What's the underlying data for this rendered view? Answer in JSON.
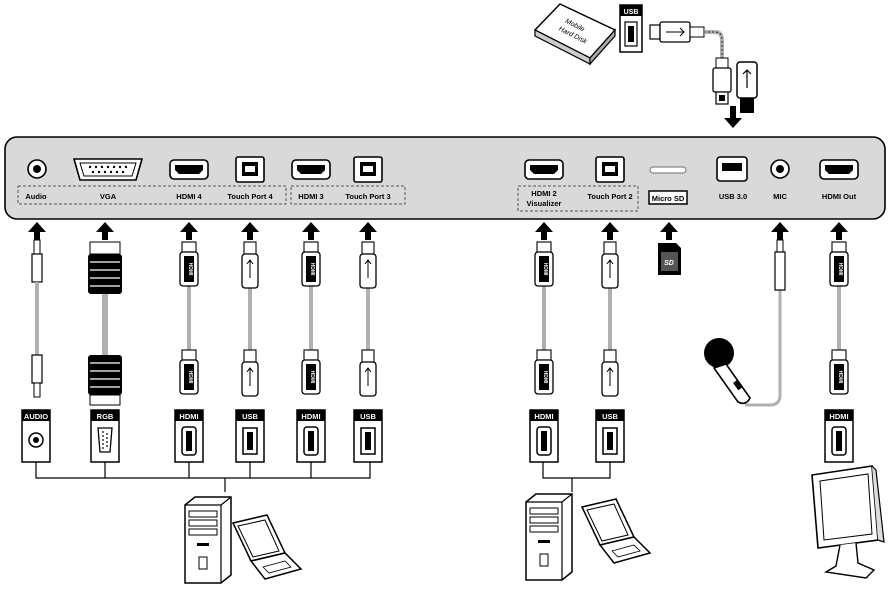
{
  "panel": {
    "ports": [
      {
        "label": "Audio",
        "icon": "audio-jack-icon"
      },
      {
        "label": "VGA",
        "icon": "vga-port-icon"
      },
      {
        "label": "HDMI 4",
        "icon": "hdmi-port-icon"
      },
      {
        "label": "Touch Port 4",
        "icon": "usb-b-port-icon"
      },
      {
        "label": "HDMI 3",
        "icon": "hdmi-port-icon"
      },
      {
        "label": "Touch Port 3",
        "icon": "usb-b-port-icon"
      },
      {
        "label": "HDMI 2",
        "label2": "Visualizer",
        "icon": "hdmi-port-icon"
      },
      {
        "label": "Touch Port 2",
        "icon": "usb-b-port-icon"
      },
      {
        "label": "Micro SD",
        "icon": "sd-slot-icon"
      },
      {
        "label": "USB 3.0",
        "icon": "usb-a-port-icon"
      },
      {
        "label": "MIC",
        "icon": "mic-jack-icon"
      },
      {
        "label": "HDMI Out",
        "icon": "hdmi-port-icon"
      }
    ]
  },
  "sources": [
    {
      "label": "AUDIO",
      "icon": "audio-socket-icon"
    },
    {
      "label": "RGB",
      "icon": "vga-socket-icon"
    },
    {
      "label": "HDMI",
      "icon": "hdmi-socket-icon"
    },
    {
      "label": "USB",
      "icon": "usb-socket-icon"
    },
    {
      "label": "HDMI",
      "icon": "hdmi-socket-icon"
    },
    {
      "label": "USB",
      "icon": "usb-socket-icon"
    },
    {
      "label": "HDMI",
      "icon": "hdmi-socket-icon"
    },
    {
      "label": "USB",
      "icon": "usb-socket-icon"
    },
    {
      "label": "HDMI",
      "icon": "hdmi-socket-icon"
    }
  ],
  "top_devices": {
    "hard_disk_label": "Mobile Hard Disk",
    "hard_disk_line1": "Mobile",
    "hard_disk_line2": "Hard Disk",
    "usb_socket_label": "USB",
    "flash_drive_icon": "usb-flash-drive-icon"
  },
  "devices": {
    "computer_icon": "desktop-tower-icon",
    "laptop_icon": "laptop-icon",
    "monitor_icon": "monitor-icon",
    "microphone_icon": "microphone-icon",
    "sd_card_icon": "sd-card-icon",
    "sd_card_text": "SD"
  },
  "colors": {
    "panel": "#d9d9d9",
    "outline": "#000000",
    "cable": "#b0b0b0",
    "label_bg": "#000000",
    "label_text": "#ffffff"
  }
}
